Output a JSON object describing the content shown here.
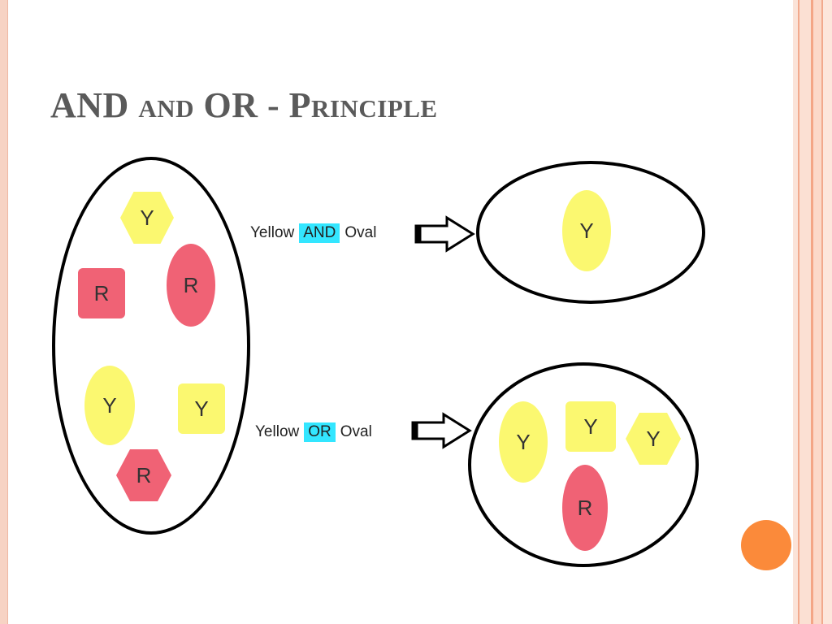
{
  "title": {
    "part1": "AND",
    "part2": "and",
    "part3": "OR",
    "part4": "-",
    "part5": "Principle"
  },
  "colors": {
    "yellow": "#fbf870",
    "red": "#f06275",
    "highlight": "#33e6ff",
    "accent_dot": "#fb8a3a"
  },
  "source_set": {
    "items": [
      {
        "label": "Y",
        "color": "yellow",
        "shape": "hexagon"
      },
      {
        "label": "R",
        "color": "red",
        "shape": "rectangle"
      },
      {
        "label": "R",
        "color": "red",
        "shape": "oval"
      },
      {
        "label": "Y",
        "color": "yellow",
        "shape": "oval"
      },
      {
        "label": "Y",
        "color": "yellow",
        "shape": "rectangle"
      },
      {
        "label": "R",
        "color": "red",
        "shape": "hexagon"
      }
    ]
  },
  "and_operation": {
    "left_word": "Yellow",
    "keyword": "AND",
    "right_word": "Oval",
    "result": [
      {
        "label": "Y",
        "color": "yellow",
        "shape": "oval"
      }
    ]
  },
  "or_operation": {
    "left_word": "Yellow",
    "keyword": "OR",
    "right_word": "Oval",
    "result": [
      {
        "label": "Y",
        "color": "yellow",
        "shape": "oval"
      },
      {
        "label": "Y",
        "color": "yellow",
        "shape": "rectangle"
      },
      {
        "label": "Y",
        "color": "yellow",
        "shape": "hexagon"
      },
      {
        "label": "R",
        "color": "red",
        "shape": "oval"
      }
    ]
  }
}
